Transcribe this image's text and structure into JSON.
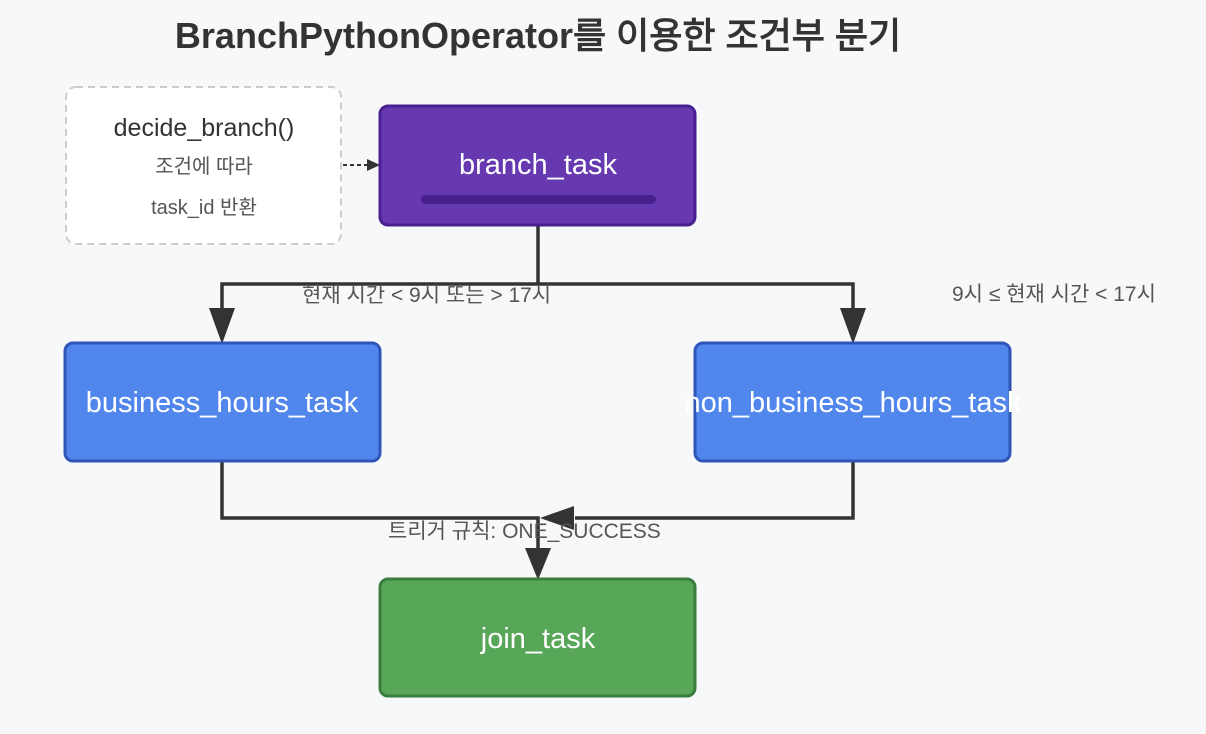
{
  "title": "BranchPythonOperator를 이용한 조건부 분기",
  "colors": {
    "background": "#f7f8fa",
    "branch_fill": "#6639b0",
    "branch_stroke": "#48208f",
    "task_fill": "#5187ec",
    "task_stroke": "#2f55b8",
    "join_fill": "#58a658",
    "join_stroke": "#3a7d3c",
    "edge": "#333333"
  },
  "note": {
    "title": "decide_branch()",
    "lines": [
      "조건에 따라",
      "task_id 반환"
    ]
  },
  "nodes": {
    "branch": "branch_task",
    "business": "business_hours_task",
    "non_business": "non_business_hours_task",
    "join": "join_task"
  },
  "edge_labels": {
    "to_business": "현재 시간 < 9시 또는 > 17시",
    "to_non_business": "9시 ≤ 현재 시간 < 17시",
    "trigger_rule": "트리거 규칙: ONE_SUCCESS"
  }
}
